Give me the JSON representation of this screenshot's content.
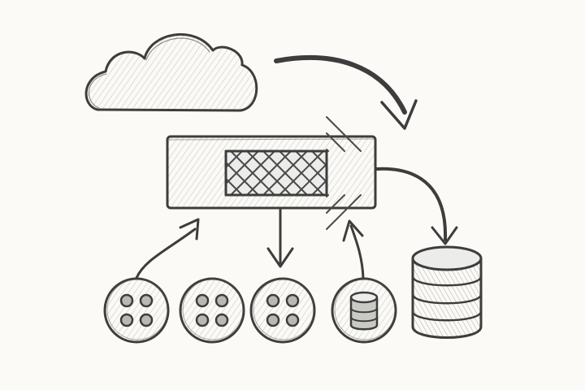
{
  "diagram": {
    "style": "pencil-sketch",
    "colors": {
      "paper": "#fbfaf6",
      "ink": "#3d3d3d",
      "shading": "#9a9a9a",
      "fill_light": "#ececea"
    },
    "nodes": [
      {
        "id": "cloud",
        "shape": "cloud",
        "icon": "cloud-icon"
      },
      {
        "id": "central-box",
        "shape": "rectangle",
        "icon": "gateway-box-icon",
        "inner": "crosshatch-panel"
      },
      {
        "id": "database",
        "shape": "cylinder",
        "icon": "database-icon",
        "bands": 4
      },
      {
        "id": "node-1",
        "shape": "circle",
        "icon": "four-dots-icon",
        "dots": 4
      },
      {
        "id": "node-2",
        "shape": "circle",
        "icon": "four-dots-icon",
        "dots": 4
      },
      {
        "id": "node-3",
        "shape": "circle",
        "icon": "four-dots-icon",
        "dots": 4
      },
      {
        "id": "node-4",
        "shape": "circle",
        "icon": "mini-database-icon"
      }
    ],
    "edges": [
      {
        "from": "cloud",
        "to": "central-box"
      },
      {
        "from": "central-box",
        "to": "database"
      },
      {
        "from": "node-1",
        "to": "central-box"
      },
      {
        "from": "central-box",
        "to": "node-3"
      },
      {
        "from": "node-4",
        "to": "central-box"
      }
    ]
  }
}
